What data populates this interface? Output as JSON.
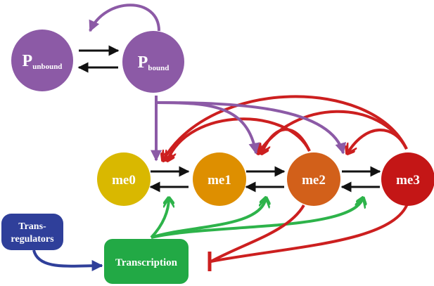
{
  "colors": {
    "purple": "#8c5aa6",
    "black": "#111111",
    "red": "#cc1f1f",
    "green": "#2db34a",
    "blue": "#2f3f9a",
    "me0": "#d9b800",
    "me1": "#de8f00",
    "me2": "#d2601a",
    "me3": "#c41616",
    "trans_box": "#22a945",
    "reg_box": "#2f3f9a"
  },
  "nodes": {
    "p_unbound": {
      "main": "P",
      "sub": "unbound"
    },
    "p_bound": {
      "main": "P",
      "sub": "bound"
    },
    "me0": {
      "label": "me0"
    },
    "me1": {
      "label": "me1"
    },
    "me2": {
      "label": "me2"
    },
    "me3": {
      "label": "me3"
    },
    "trans_regulators": {
      "line1": "Trans-",
      "line2": "regulators"
    },
    "transcription": {
      "label": "Transcription"
    }
  }
}
